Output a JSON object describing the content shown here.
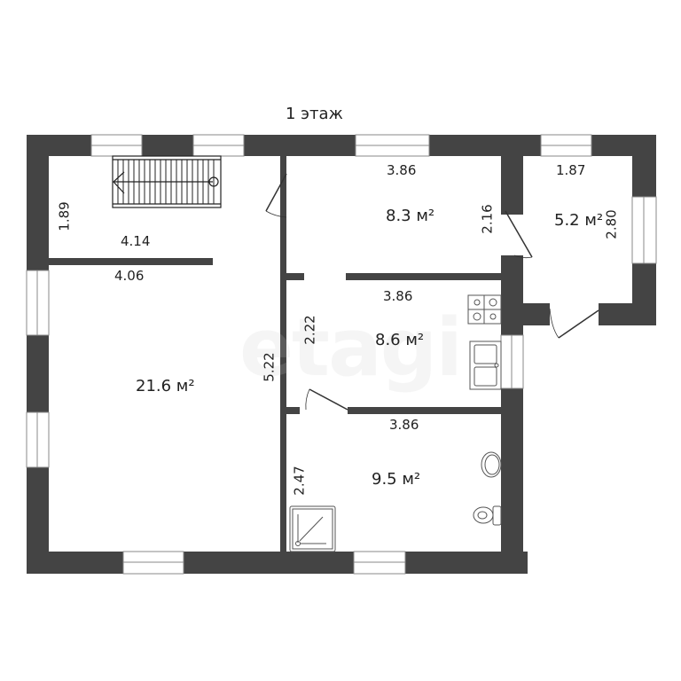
{
  "title": "1 этаж",
  "watermark": "etagi",
  "colors": {
    "wall": "#444444",
    "background": "#ffffff",
    "text": "#222222",
    "line": "#333333"
  },
  "rooms": [
    {
      "id": "living-room",
      "area": "21.6 м²",
      "dims": [
        "4.06",
        "5.22"
      ]
    },
    {
      "id": "stair-hall",
      "area": "",
      "dims": [
        "4.14",
        "1.89"
      ]
    },
    {
      "id": "room-top-middle",
      "area": "8.3 м²",
      "dims": [
        "3.86",
        "2.16"
      ]
    },
    {
      "id": "room-top-right",
      "area": "5.2 м²",
      "dims": [
        "1.87",
        "2.80"
      ]
    },
    {
      "id": "kitchen",
      "area": "8.6 м²",
      "dims": [
        "3.86",
        "2.22"
      ]
    },
    {
      "id": "bathroom",
      "area": "9.5 м²",
      "dims": [
        "3.86",
        "2.47"
      ]
    }
  ],
  "fixtures": [
    "staircase-icon",
    "stove-icon",
    "sink-icon",
    "washbasin-icon",
    "toilet-icon",
    "shower-icon"
  ]
}
